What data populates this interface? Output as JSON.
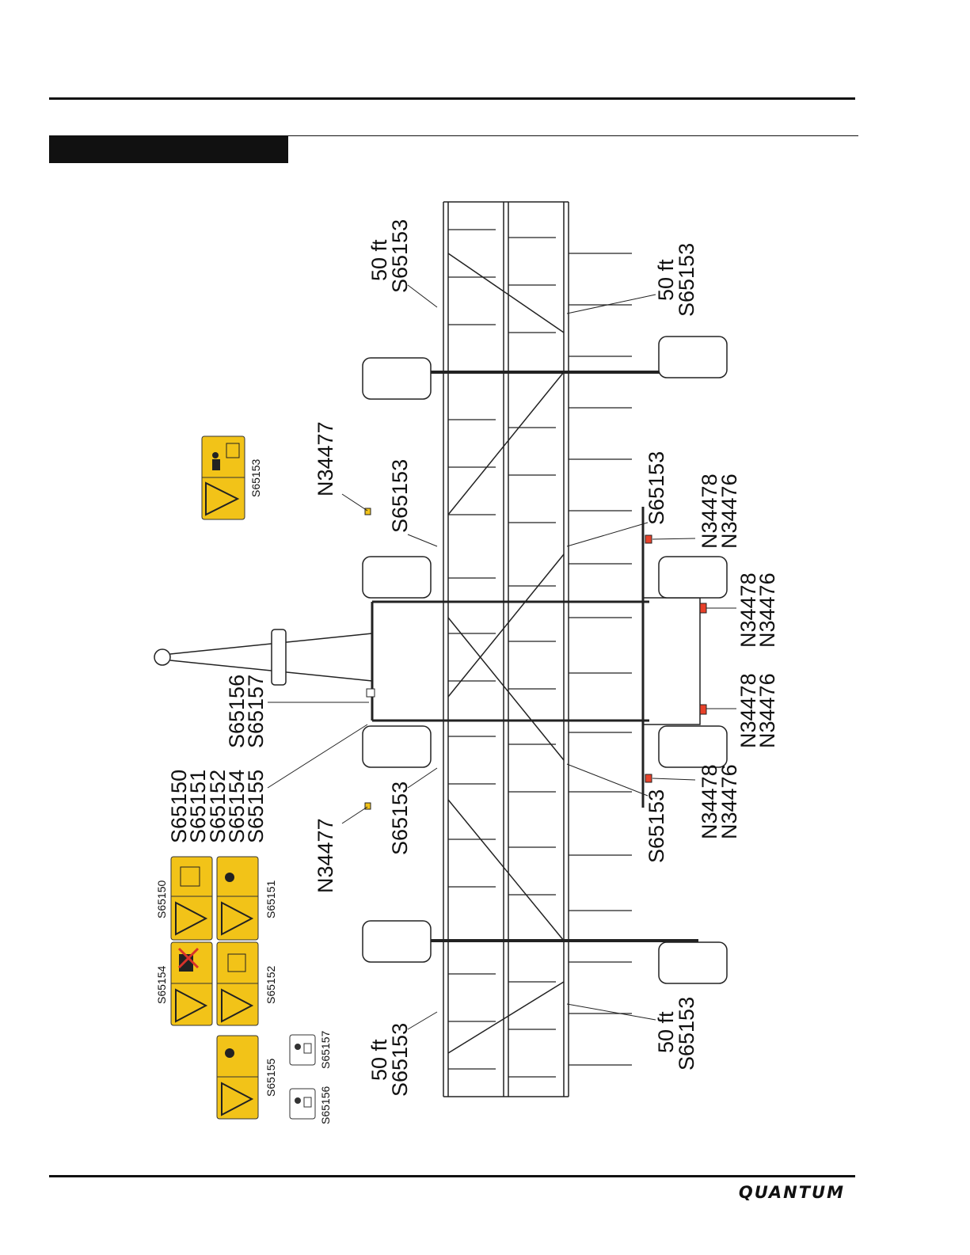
{
  "page": {
    "logo_text": "QUANTUM"
  },
  "decal_legend": {
    "top_decal": "S65153",
    "grid_left_top": "S65154",
    "grid_right_top": "S65150",
    "grid_left_bottom": "S65152",
    "grid_right_bottom": "S65151",
    "single_decal": "S65155",
    "small_decal_a": "S65156",
    "small_decal_b": "S65157"
  },
  "callouts": {
    "left_top_ft": "50 ft",
    "left_top_code": "S65153",
    "right_top_ft": "50 ft",
    "right_top_code": "S65153",
    "mid_n_top": "N34477",
    "mid_s_top": "S65153",
    "right_s_top": "S65153",
    "right_n_top_a": "N34478",
    "right_n_top_b": "N34476",
    "right_n_mid_a": "N34478",
    "right_n_mid_b": "N34476",
    "hitch_a": "S65156",
    "hitch_b": "S65157",
    "right_n_mid2_a": "N34478",
    "right_n_mid2_b": "N34476",
    "stack_1": "S65150",
    "stack_2": "S65151",
    "stack_3": "S65152",
    "stack_4": "S65154",
    "stack_5": "S65155",
    "right_n_bot_a": "N34478",
    "right_n_bot_b": "N34476",
    "mid_n_bot": "N34477",
    "mid_s_bot": "S65153",
    "right_s_bot": "S65153",
    "left_bot_ft": "50 ft",
    "left_bot_code": "S65153",
    "right_bot_ft": "50 ft",
    "right_bot_code": "S65153"
  },
  "colors": {
    "decal_yellow": "#f2c318",
    "reflector_red": "#e8412a",
    "ink": "#111111"
  }
}
